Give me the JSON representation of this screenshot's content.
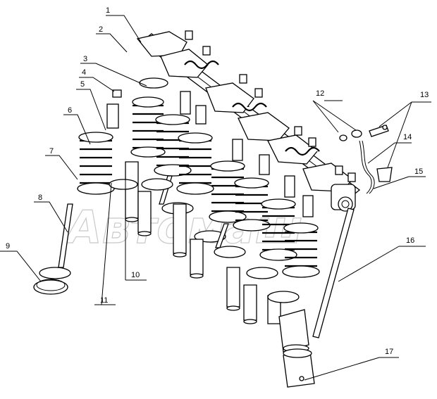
{
  "diagram": {
    "watermark": "Автомаш",
    "callouts": [
      {
        "id": "c1",
        "label": "1"
      },
      {
        "id": "c2",
        "label": "2"
      },
      {
        "id": "c3",
        "label": "3"
      },
      {
        "id": "c4",
        "label": "4"
      },
      {
        "id": "c5",
        "label": "5"
      },
      {
        "id": "c6",
        "label": "6"
      },
      {
        "id": "c7",
        "label": "7"
      },
      {
        "id": "c8",
        "label": "8"
      },
      {
        "id": "c9",
        "label": "9"
      },
      {
        "id": "c10",
        "label": "10"
      },
      {
        "id": "c11",
        "label": "11"
      },
      {
        "id": "c12",
        "label": "12"
      },
      {
        "id": "c13",
        "label": "13"
      },
      {
        "id": "c14",
        "label": "14"
      },
      {
        "id": "c15",
        "label": "15"
      },
      {
        "id": "c16",
        "label": "16"
      },
      {
        "id": "c17",
        "label": "17"
      }
    ]
  }
}
